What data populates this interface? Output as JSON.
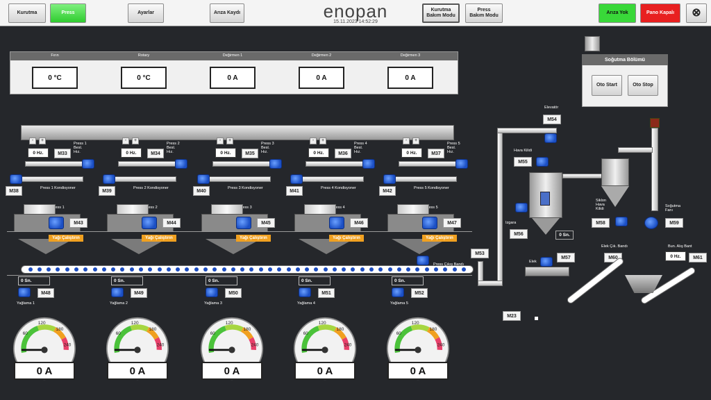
{
  "topbar": {
    "kurutma": "Kurutma",
    "press": "Press",
    "ayarlar": "Ayarlar",
    "ariza_kaydi": "Arıza Kaydı",
    "logo": "enopan",
    "timestamp": "15.11.2023 14:52:29",
    "kurutma_bakim": "Kurutma\nBakım Modu",
    "press_bakim": "Press\nBakım Modu",
    "ariza_yok": "Arıza Yok",
    "pano_kapali": "Pano Kapalı"
  },
  "colors": {
    "green": "#39d839",
    "red": "#e82020",
    "orange": "#f0a020",
    "motor_blue": "#1b4fc4"
  },
  "icons": {
    "close": "close-circle-icon"
  },
  "top_panel": {
    "headers": [
      "Fırın",
      "Rotary",
      "Değirmen 1",
      "Değirmen 2",
      "Değirmen 3"
    ],
    "values": [
      "0 °C",
      "0 °C",
      "0 A",
      "0 A",
      "0 A"
    ]
  },
  "cooling": {
    "title": "Soğutma  Bölümü",
    "start": "Oto Start",
    "stop": "Oto Stop"
  },
  "presses": [
    {
      "feed_hz": "0 Hz.",
      "feed_motor": "M33",
      "feed_label": "Press 1\nBesl.\nHız.",
      "cond_motor": "M38",
      "cond_label": "Press 1 Kondisyoner",
      "name": "Press 1",
      "press_motor": "M43",
      "warning": "Yağı Çalıştırın",
      "sn": "0 Sn.",
      "lub_motor": "M48",
      "lub_label": "Yağlama 1",
      "amp": "0 A"
    },
    {
      "feed_hz": "0 Hz.",
      "feed_motor": "M34",
      "feed_label": "Press 2\nBesl.\nHız.",
      "cond_motor": "M39",
      "cond_label": "Press 2 Kondisyoner",
      "name": "Press 2",
      "press_motor": "M44",
      "warning": "Yağı Çalıştırın",
      "sn": "0 Sn.",
      "lub_motor": "M49",
      "lub_label": "Yağlama 2",
      "amp": "0 A"
    },
    {
      "feed_hz": "0 Hz.",
      "feed_motor": "M35",
      "feed_label": "Press 3\nBesl.\nHız.",
      "cond_motor": "M40",
      "cond_label": "Press 3 Kondisyoner",
      "name": "Press 3",
      "press_motor": "M45",
      "warning": "Yağı Çalıştırın",
      "sn": "0 Sn.",
      "lub_motor": "M50",
      "lub_label": "Yağlama 3",
      "amp": "0 A"
    },
    {
      "feed_hz": "0 Hz.",
      "feed_motor": "M36",
      "feed_label": "Press 4\nBesl.\nHız.",
      "cond_motor": "M41",
      "cond_label": "Press 4 Kondisyoner",
      "name": "Press 4",
      "press_motor": "M46",
      "warning": "Yağı Çalıştırın",
      "sn": "0 Sn.",
      "lub_motor": "M51",
      "lub_label": "Yağlama 4",
      "amp": "0 A"
    },
    {
      "feed_hz": "0 Hz.",
      "feed_motor": "M37",
      "feed_label": "Press 5\nBesl.\nHız.",
      "cond_motor": "M42",
      "cond_label": "Press 5 Kondisyoner",
      "name": "Press 5",
      "press_motor": "M47",
      "warning": "Yağı Çalıştırın",
      "sn": "0 Sn.",
      "lub_motor": "M52",
      "lub_label": "Yağlama 5",
      "amp": "0 A"
    }
  ],
  "pm": {
    "minus": "-",
    "plus": "+"
  },
  "gauge_ticks": [
    "60",
    "120",
    "180",
    "240"
  ],
  "right": {
    "elevator": "Elevatör",
    "m54": "M54",
    "hava_kilidi": "Hava Kilidi",
    "m55": "M55",
    "izgara": "Izgara",
    "m56": "M56",
    "sn": "0 Sn.",
    "elek": "Elek",
    "m57": "M57",
    "m53": "M53",
    "press_cikis": "Press Çıkış Bandı",
    "siklon": "Siklon\nHava\nKilidi",
    "m58": "M58",
    "sogutma_fani": "Soğutma\nFanı",
    "m59": "M59",
    "elek_cik": "Elek Çık. Bandı",
    "m60": "M60",
    "bun_alis": "Bun. Alış Bant",
    "hz": "0 Hz.",
    "m61": "M61",
    "m23": "M23"
  }
}
